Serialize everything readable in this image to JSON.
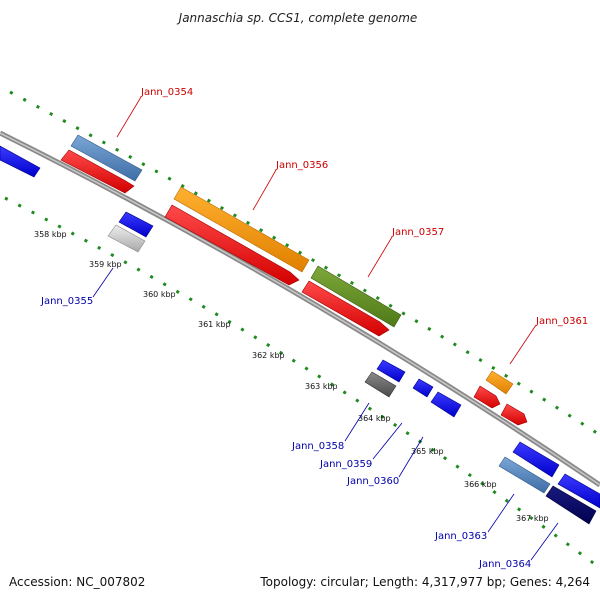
{
  "title": "Jannaschia sp. CCS1, complete genome",
  "footer": {
    "accession": "Accession: NC_007802",
    "topology": "Topology: circular; Length: 4,317,977 bp; Genes: 4,264"
  },
  "colors": {
    "backbone": "#8a8a8a",
    "dotted_track": "#1f8a1f",
    "label_red": "#cc0000",
    "label_blue": "#0000aa"
  },
  "kbp_ticks": [
    "358 kbp",
    "359 kbp",
    "360 kbp",
    "361 kbp",
    "362 kbp",
    "363 kbp",
    "364 kbp",
    "365 kbp",
    "366 kbp",
    "367 kbp"
  ],
  "gene_labels": {
    "jann_0354": "Jann_0354",
    "jann_0355": "Jann_0355",
    "jann_0356": "Jann_0356",
    "jann_0357": "Jann_0357",
    "jann_0358": "Jann_0358",
    "jann_0359": "Jann_0359",
    "jann_0360": "Jann_0360",
    "jann_0361": "Jann_0361",
    "jann_0363": "Jann_0363",
    "jann_0364": "Jann_0364"
  }
}
